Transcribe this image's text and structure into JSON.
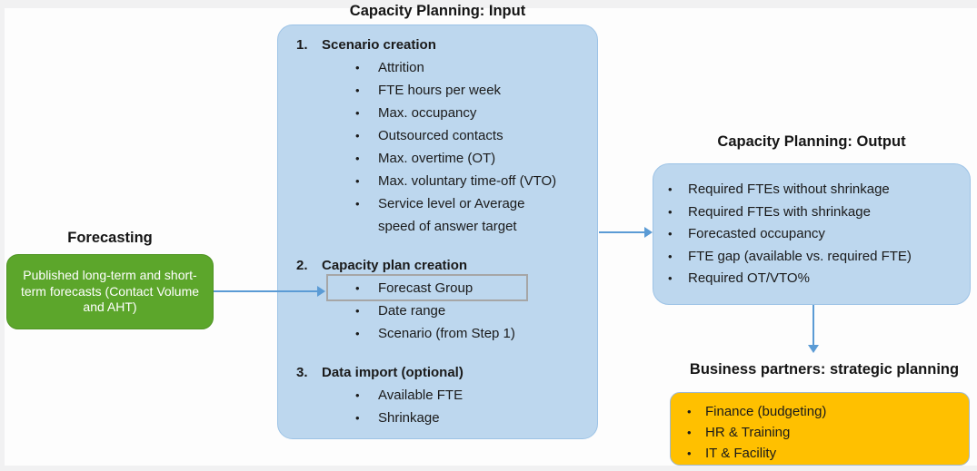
{
  "colors": {
    "accent_blue": "#5b9bd5",
    "box_blue_fill": "#bdd7ee",
    "box_blue_border": "#9dc3e6",
    "green_fill": "#5ca62b",
    "green_border": "#4f9423",
    "orange_fill": "#ffc000",
    "orange_border": "#9fb8d1",
    "highlight_border": "#a6a6a6",
    "text": "#1a1a1a",
    "green_text": "#ffffff"
  },
  "forecasting": {
    "title": "Forecasting",
    "text": "Published long-term and short-term forecasts (Contact Volume and AHT)"
  },
  "input": {
    "title": "Capacity Planning: Input",
    "sections": [
      {
        "num": "1.",
        "heading": "Scenario creation",
        "items": [
          {
            "text": "Attrition"
          },
          {
            "text": "FTE hours per week"
          },
          {
            "text": "Max. occupancy"
          },
          {
            "text": "Outsourced contacts"
          },
          {
            "text": "Max. overtime (OT)"
          },
          {
            "text": "Max. voluntary time-off (VTO)"
          },
          {
            "text": "Service level or Average\nspeed of answer target"
          }
        ]
      },
      {
        "num": "2.",
        "heading": "Capacity plan creation",
        "items": [
          {
            "text": "Forecast Group",
            "highlight": true
          },
          {
            "text": "Date range"
          },
          {
            "text": "Scenario (from Step 1)"
          }
        ]
      },
      {
        "num": "3.",
        "heading": "Data import (optional)",
        "items": [
          {
            "text": "Available FTE"
          },
          {
            "text": "Shrinkage"
          }
        ]
      }
    ]
  },
  "output": {
    "title": "Capacity Planning: Output",
    "items": [
      "Required FTEs without shrinkage",
      "Required FTEs with shrinkage",
      "Forecasted occupancy",
      "FTE gap (available vs. required FTE)",
      "Required OT/VTO%"
    ]
  },
  "business": {
    "title": "Business partners: strategic planning",
    "items": [
      "Finance (budgeting)",
      "HR & Training",
      "IT & Facility"
    ]
  }
}
